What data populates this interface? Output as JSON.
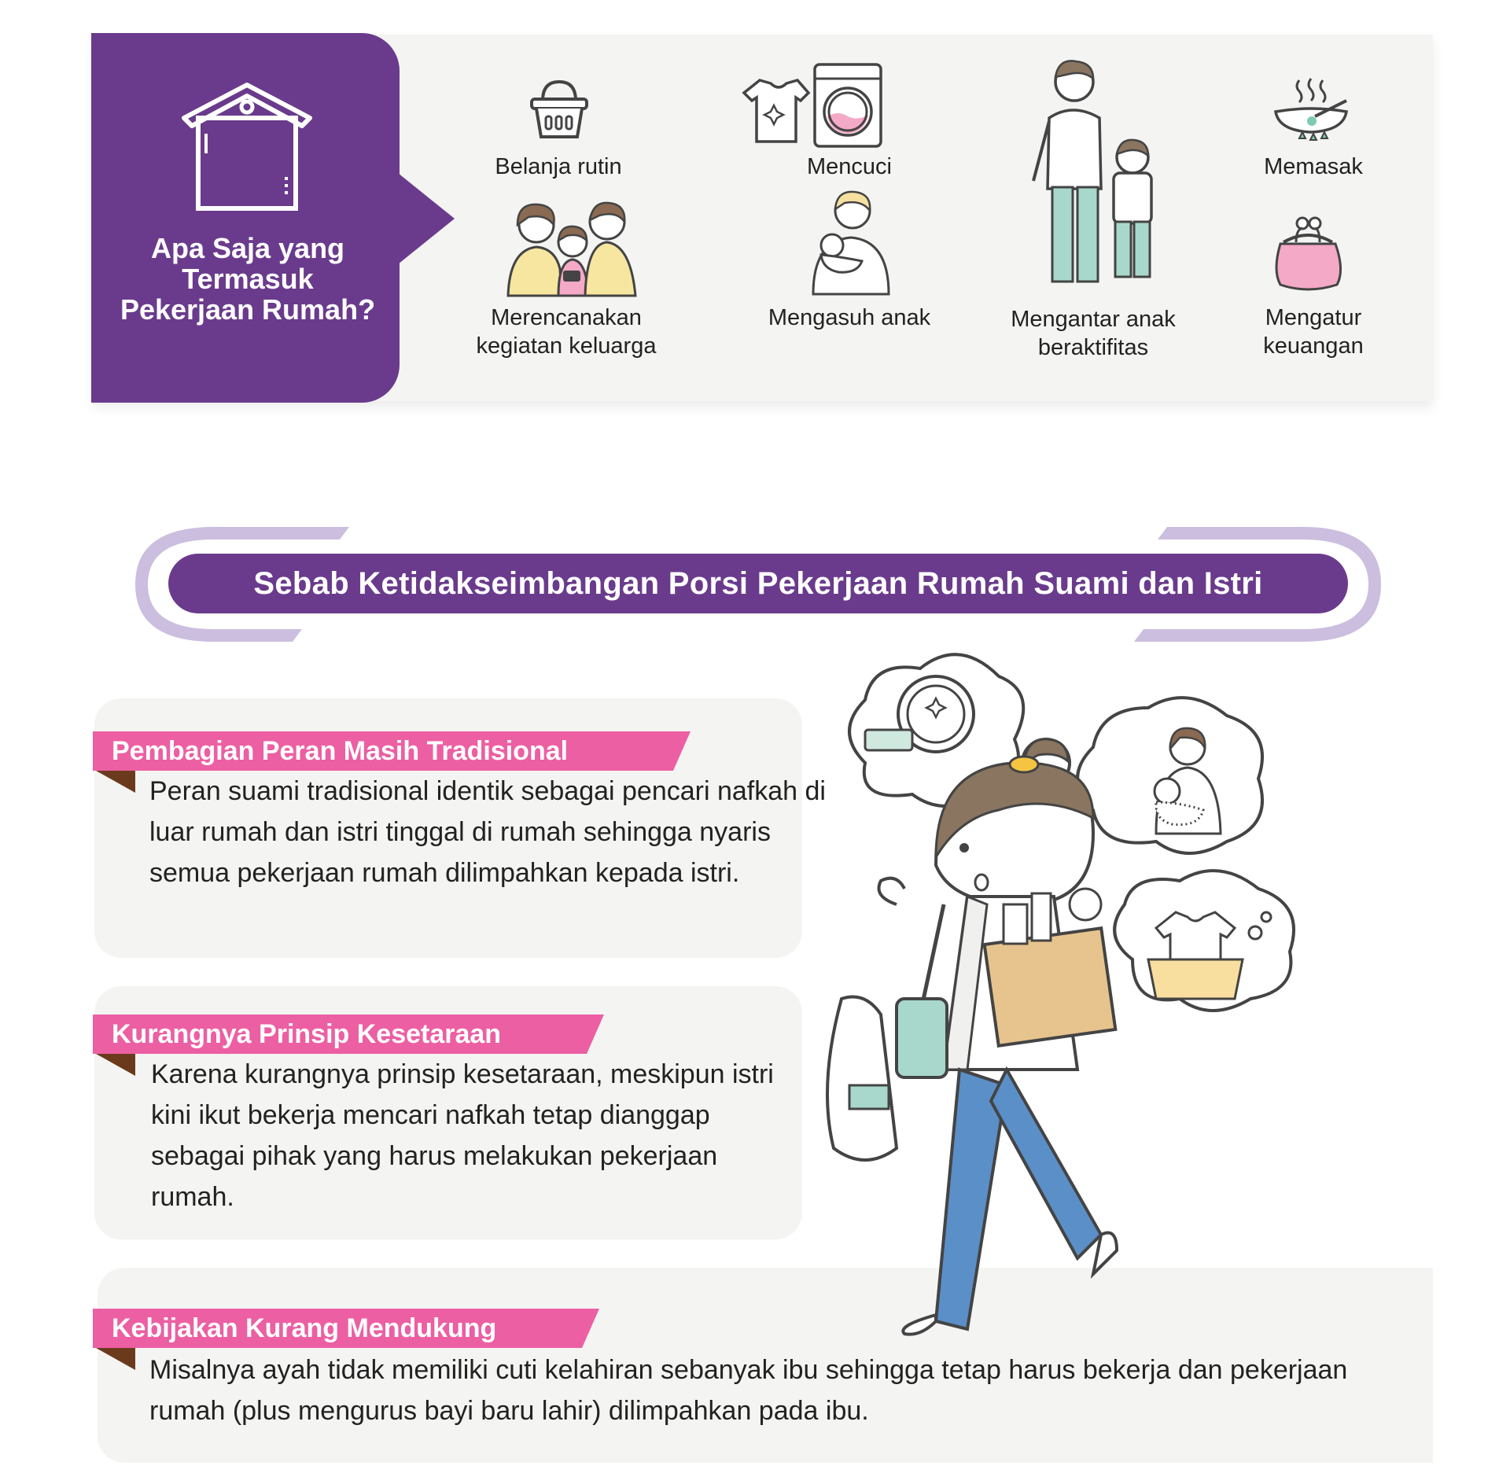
{
  "top": {
    "title": "Apa Saja yang Termasuk Pekerjaan Rumah?",
    "tasks": [
      {
        "label": "Belanja rutin",
        "icon": "shopping-basket-icon"
      },
      {
        "label": "Mencuci",
        "icon": "washing-machine-icon"
      },
      {
        "label": "Mengantar anak beraktifitas",
        "icon": "father-and-child-icon"
      },
      {
        "label": "Memasak",
        "icon": "cooking-pan-icon"
      },
      {
        "label": "Merencanakan kegiatan keluarga",
        "icon": "family-planning-icon"
      },
      {
        "label": "Mengasuh anak",
        "icon": "father-holding-baby-icon"
      },
      {
        "label": "Mengatur keuangan",
        "icon": "coin-purse-icon"
      }
    ]
  },
  "section": {
    "title": "Sebab Ketidakseimbangan Porsi Pekerjaan Rumah Suami dan Istri"
  },
  "causes": [
    {
      "title": "Pembagian Peran Masih Tradisional",
      "body": "Peran suami tradisional identik sebagai pencari nafkah di luar rumah dan istri tinggal di rumah sehingga nyaris semua pekerjaan rumah dilimpahkan kepada istri."
    },
    {
      "title": "Kurangnya Prinsip Kesetaraan",
      "body": "Karena kurangnya prinsip kesetaraan, meskipun istri kini ikut bekerja mencari nafkah tetap dianggap sebagai pihak yang harus melakukan pekerjaan rumah."
    },
    {
      "title": "Kebijakan Kurang Mendukung",
      "body": "Misalnya ayah tidak memiliki cuti kelahiran sebanyak ibu sehingga tetap harus bekerja dan pekerjaan rumah (plus mengurus bayi baru lahir) dilimpahkan pada ibu."
    }
  ],
  "colors": {
    "purple": "#6a3b8c",
    "lavender": "#cbbedf",
    "pink": "#ec5fa3",
    "card": "#f4f4f2"
  }
}
